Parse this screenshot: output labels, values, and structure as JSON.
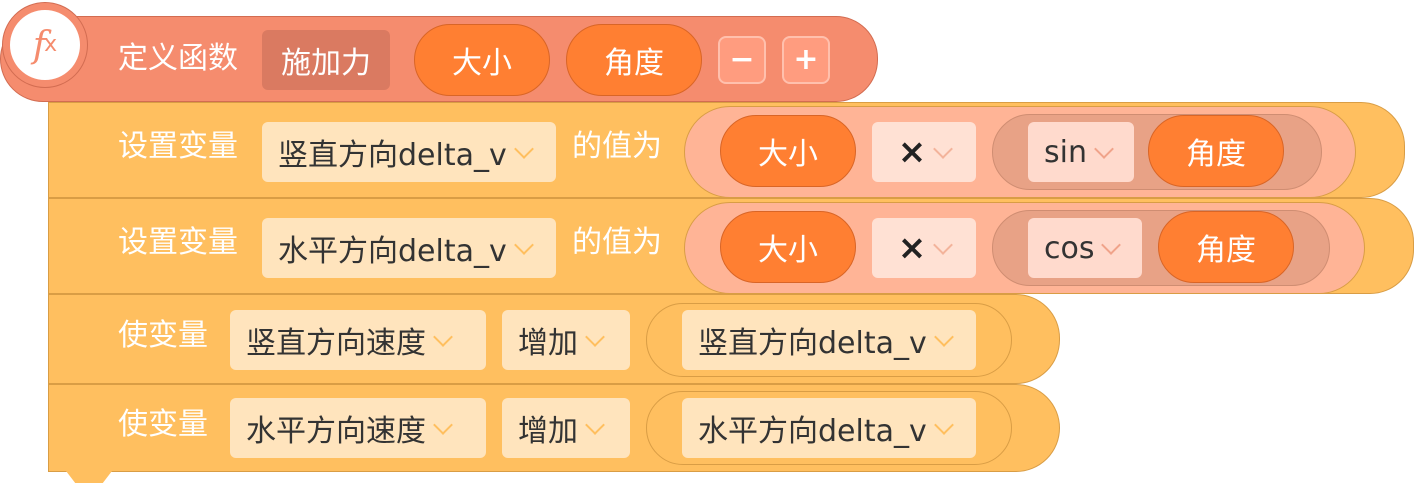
{
  "function_def": {
    "badge_label": "f",
    "badge_sub": "x",
    "define_label": "定义函数",
    "function_name": "施加力",
    "params": [
      "大小",
      "角度"
    ],
    "remove_param": "−",
    "add_param": "+"
  },
  "statements": [
    {
      "keyword": "设置变量",
      "variable": "竖直方向delta_v",
      "connector": "的值为",
      "expr": {
        "left": "大小",
        "operator": "×",
        "func": "sin",
        "func_arg": "角度"
      }
    },
    {
      "keyword": "设置变量",
      "variable": "水平方向delta_v",
      "connector": "的值为",
      "expr": {
        "left": "大小",
        "operator": "×",
        "func": "cos",
        "func_arg": "角度"
      }
    },
    {
      "keyword": "使变量",
      "variable": "竖直方向速度",
      "action": "增加",
      "value_var": "竖直方向delta_v"
    },
    {
      "keyword": "使变量",
      "variable": "水平方向速度",
      "action": "增加",
      "value_var": "水平方向delta_v"
    }
  ],
  "colors": {
    "function_block": "#f58c6e",
    "statement_block": "#ffbf5f",
    "param_reporter": "#ff7f32",
    "operator_block": "#ffb496"
  }
}
